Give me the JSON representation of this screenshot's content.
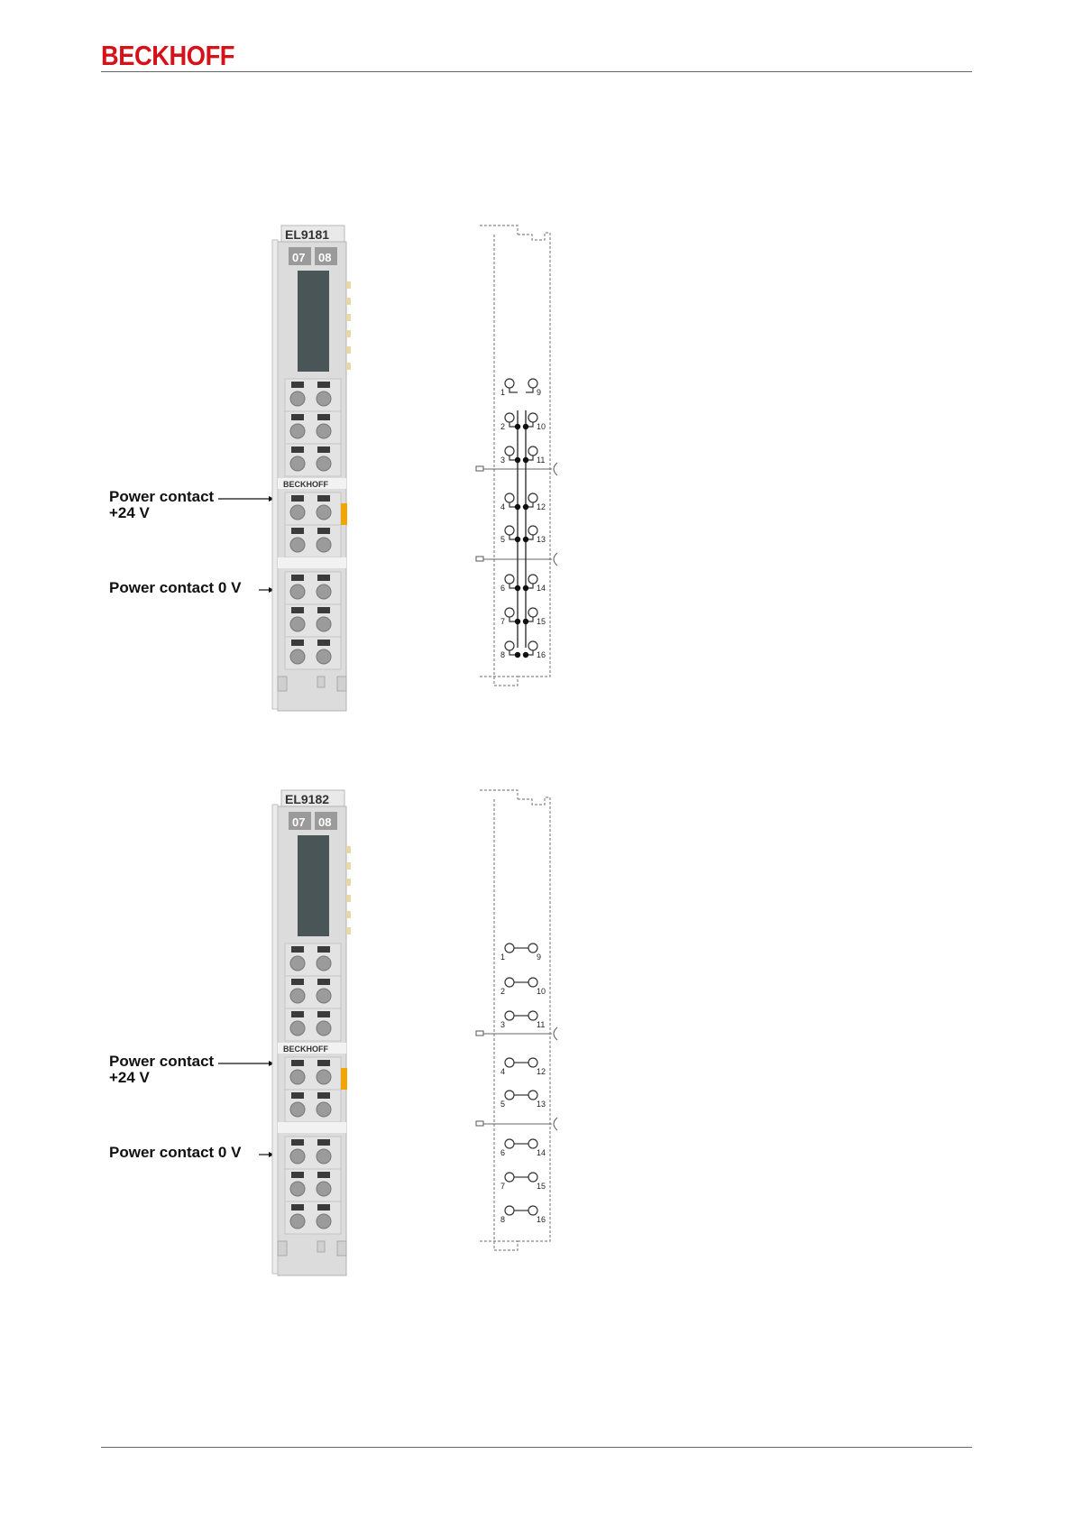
{
  "header": {
    "brand": "BECKHOFF"
  },
  "figures": [
    {
      "terminal": "EL9181",
      "led_labels": [
        "07",
        "08"
      ],
      "terminal_brand": "BECKHOFF",
      "labels": {
        "power_24_line1": "Power contact",
        "power_24_line2": "+24 V",
        "power_0": "Power contact 0 V"
      },
      "schematic": "bridged",
      "left_numbers": [
        "1",
        "2",
        "3",
        "4",
        "5",
        "6",
        "7",
        "8"
      ],
      "right_numbers": [
        "9",
        "10",
        "11",
        "12",
        "13",
        "14",
        "15",
        "16"
      ]
    },
    {
      "terminal": "EL9182",
      "led_labels": [
        "07",
        "08"
      ],
      "terminal_brand": "BECKHOFF",
      "labels": {
        "power_24_line1": "Power contact",
        "power_24_line2": "+24 V",
        "power_0": "Power contact 0 V"
      },
      "schematic": "paired",
      "left_numbers": [
        "1",
        "2",
        "3",
        "4",
        "5",
        "6",
        "7",
        "8"
      ],
      "right_numbers": [
        "9",
        "10",
        "11",
        "12",
        "13",
        "14",
        "15",
        "16"
      ]
    }
  ],
  "colors": {
    "brand_red": "#d5111a",
    "terminal_grey": "#dcdcdc",
    "display_dark": "#4a5557",
    "accent_orange": "#f2a400"
  }
}
